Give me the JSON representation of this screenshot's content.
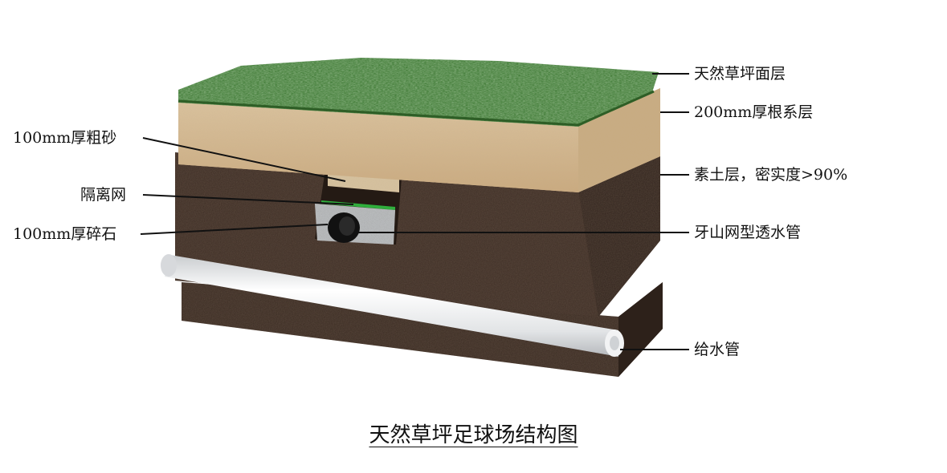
{
  "labels": {
    "grass_surface": "天然草坪面层",
    "root_layer": "200mm厚根系层",
    "plain_soil": "素土层，密实度>90%",
    "drain_pipe": "牙山网型透水管",
    "water_supply_pipe": "给水管",
    "coarse_sand": "100mm厚粗砂",
    "isolation_net": "隔离网",
    "crushed_stone": "100mm厚碎石"
  },
  "caption": "天然草坪足球场结构图",
  "colors": {
    "grass": "#3f7a35",
    "sand": "#d8bf98",
    "soil": "#3d2d24",
    "pipe": "#e6e8ea",
    "net": "#2fae3c"
  }
}
